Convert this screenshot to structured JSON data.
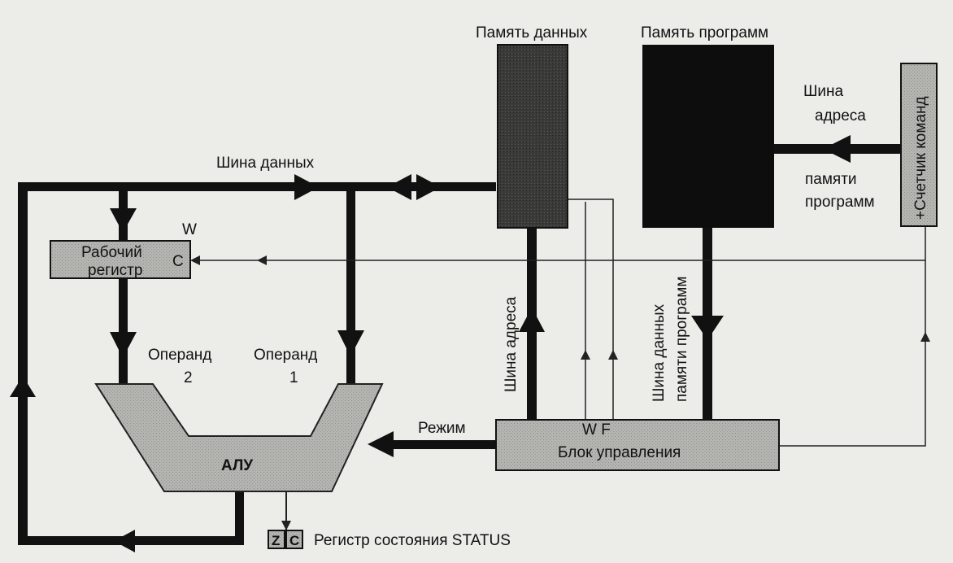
{
  "labels": {
    "data_memory": "Память данных",
    "program_memory": "Память программ",
    "address_bus_1": "Шина",
    "address_bus_2": "адреса",
    "pm_1": "памяти",
    "pm_2": "программ",
    "counter": "+Счетчик команд",
    "data_bus": "Шина данных",
    "w_mark": "W",
    "working_reg_1": "Рабочий",
    "working_reg_2": "регистр",
    "c_mark": "C",
    "address_bus_vert": "Шина адреса",
    "pm_data_bus_1": "Шина данных",
    "pm_data_bus_2": "памяти программ",
    "operand2_1": "Операнд",
    "operand2_2": "2",
    "operand1_1": "Операнд",
    "operand1_2": "1",
    "mode": "Режим",
    "wf": "W  F",
    "control_unit": "Блок управления",
    "alu": "АЛУ",
    "z_flag": "Z",
    "c_flag": "C",
    "status": "Регистр состояния STATUS"
  }
}
